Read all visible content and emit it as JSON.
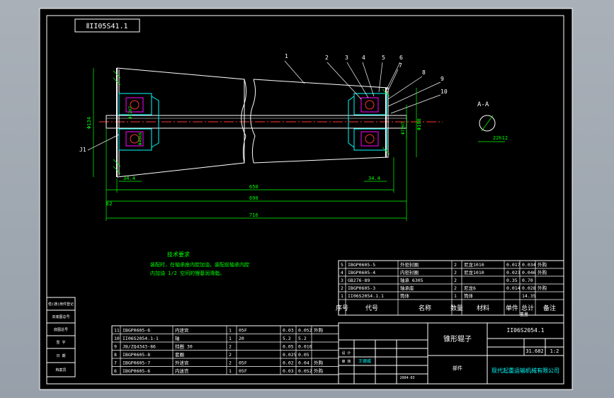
{
  "drawing_code_mirrored": "ⅡII05S41.1",
  "labels": {
    "section_mark": "A-A",
    "section_dim": "22h12",
    "left_tag": "J1"
  },
  "callouts": [
    "1",
    "2",
    "3",
    "4",
    "5",
    "6",
    "7",
    "8",
    "9",
    "10"
  ],
  "dims": {
    "left_dia": "Φ134",
    "left_bore": "Φ72H7",
    "left_bore2": "Φ40k6",
    "right_bore": "Φ72H7",
    "right_dia": "Φ108",
    "hub_left": "34.4",
    "hub_right": "34.4",
    "l_inner": "650",
    "l_mid": "690",
    "l_total": "716",
    "e1": "E2"
  },
  "tech": {
    "title": "技术要求",
    "line1": "装配时，在轴承座内腔加油，装配前轴承内腔",
    "line2": "内加油 1/2 空间的锂基润滑脂。"
  },
  "bom_upper": [
    [
      "5",
      "IBGP0605-5",
      "外密封圈",
      "2",
      "尼龙1010",
      "0.017",
      "0.034",
      "外购"
    ],
    [
      "4",
      "IBGP0605-4",
      "内密封圈",
      "2",
      "尼龙1010",
      "0.023",
      "0.046",
      "外购"
    ],
    [
      "3",
      "GB276-89",
      "轴承 6305",
      "2",
      "",
      "0.35",
      "0.70",
      ""
    ],
    [
      "2",
      "IBGP0605-3",
      "轴承座",
      "2",
      "尼龙6",
      "0.014",
      "0.028",
      "外购"
    ],
    [
      "1",
      "II06S2054.1.1",
      "筒体",
      "1",
      "筒体",
      "",
      "14.35",
      ""
    ]
  ],
  "bom_upper_header": [
    "序号",
    "代号",
    "名称",
    "数量",
    "材料",
    "单件",
    "总计",
    "备注"
  ],
  "bom_upper_header_sub": "重量",
  "bom_lower": [
    [
      "11",
      "IBGP0605-6",
      "内迷宫",
      "1",
      "05F",
      "0.03",
      "0.052",
      "外购"
    ],
    [
      "10",
      "II06S2054.1-1",
      "轴",
      "1",
      "20",
      "5.2",
      "5.2",
      ""
    ],
    [
      "9",
      "JB/ZQ4343-86",
      "挡圈 30",
      "2",
      "",
      "0.05",
      "0.010",
      ""
    ],
    [
      "8",
      "IBGP0605-8",
      "套圈",
      "2",
      "",
      "0.025",
      "0.05",
      ""
    ],
    [
      "7",
      "IBGP0605-7",
      "外迷宫",
      "2",
      "05F",
      "0.02",
      "0.04",
      "外购"
    ],
    [
      "6",
      "IBGP0605-6",
      "内迷宫",
      "1",
      "05F",
      "0.03",
      "0.052",
      "外购"
    ]
  ],
  "left_strip": [
    "借(通)用件登记",
    "旧底图总号",
    "底图总号",
    "签 字",
    "日 期",
    "档案员"
  ],
  "title_block": {
    "name": "锥形辊子",
    "code": "II06S2054.1",
    "mass": "31.682",
    "scale": "1:2",
    "role1": "设 计",
    "role2": "审 核",
    "designer": "王德威",
    "part_label": "部件",
    "company": "现代起重运输机械有限公司",
    "date": "2004-03"
  },
  "colors": {
    "white": "#ffffff",
    "cyan": "#00ffff",
    "green": "#00ff00",
    "yellow": "#ffff00",
    "magenta": "#ff00ff",
    "red": "#ff3333"
  }
}
